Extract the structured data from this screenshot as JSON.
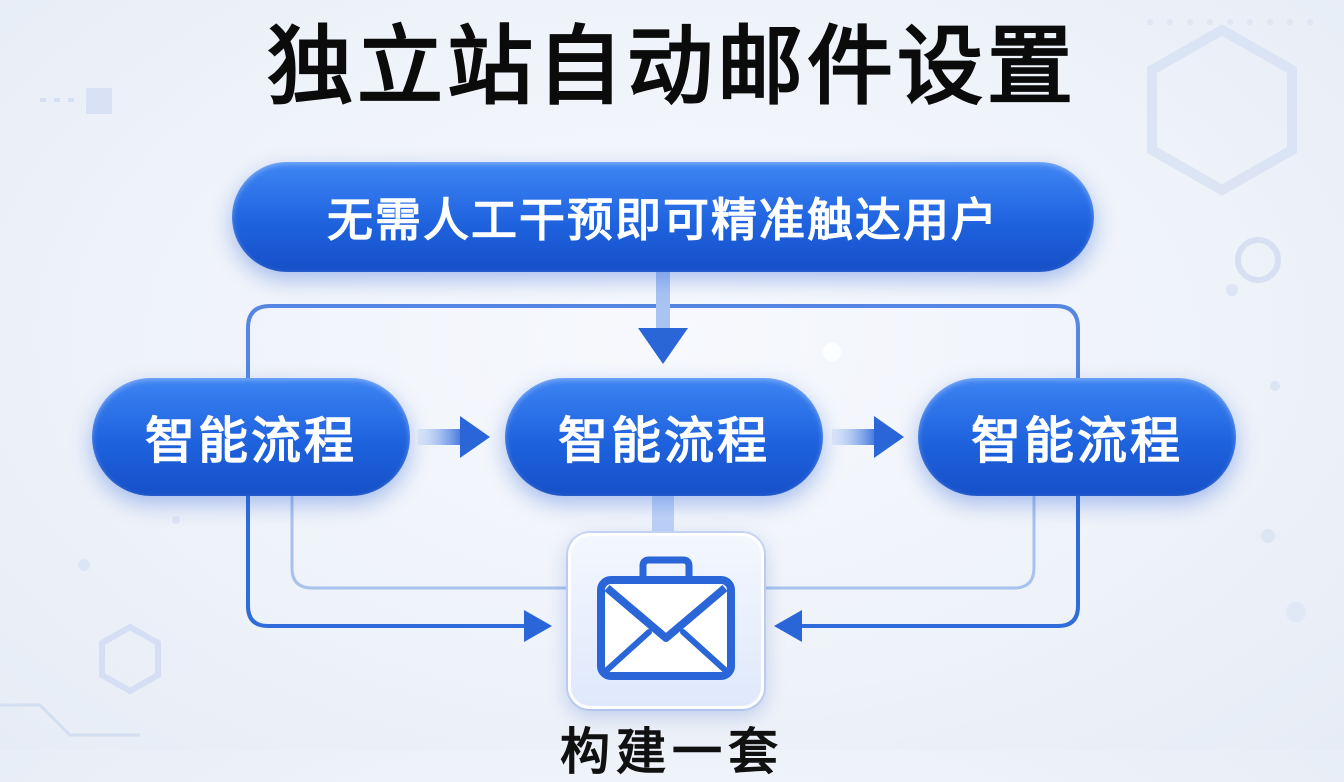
{
  "title": "独立站自动邮件设置",
  "banner": {
    "label": "无需人工干预即可精准触达用户"
  },
  "steps": [
    {
      "label": "智能流程"
    },
    {
      "label": "智能流程"
    },
    {
      "label": "智能流程"
    }
  ],
  "caption": "构建一套",
  "icons": [
    "arrow-right-icon",
    "arrow-down-icon",
    "envelope-icon"
  ],
  "colors": {
    "accent": "#1f63df",
    "line": "#2a66d8",
    "title": "#0b0b0b"
  }
}
